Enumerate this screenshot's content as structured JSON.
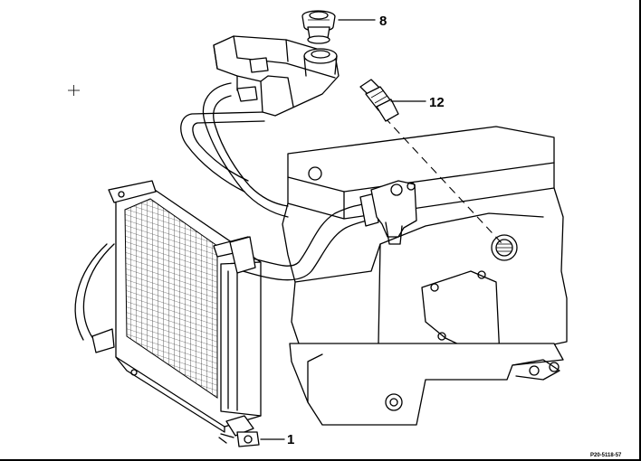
{
  "callouts": [
    {
      "id": "cap",
      "label": "8"
    },
    {
      "id": "sensor",
      "label": "12"
    },
    {
      "id": "drain",
      "label": "1"
    }
  ],
  "reference_code": "P20-5118-57",
  "colors": {
    "line": "#000000",
    "background": "#ffffff"
  }
}
